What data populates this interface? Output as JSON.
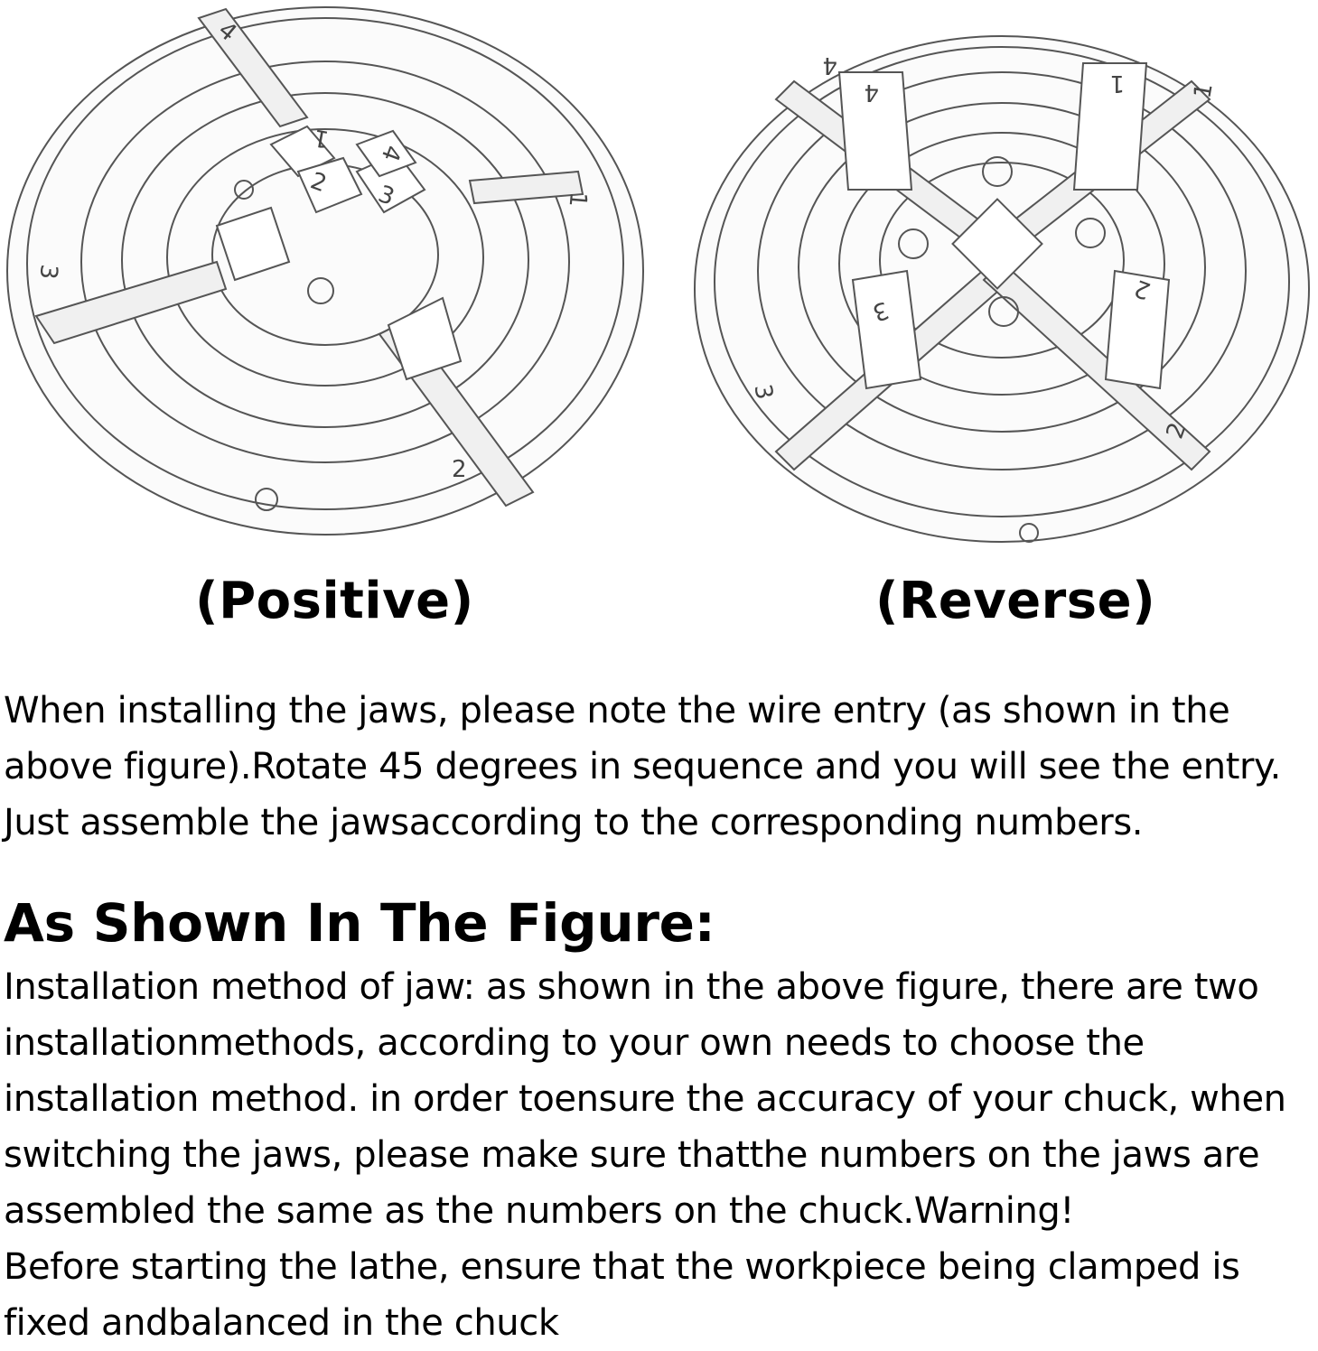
{
  "figures": {
    "positive": {
      "caption": "(Positive)",
      "chuck_numbers": [
        "1",
        "2",
        "3",
        "4"
      ],
      "jaw_numbers": [
        "1",
        "2",
        "3",
        "4"
      ]
    },
    "reverse": {
      "caption": "(Reverse)",
      "chuck_numbers": [
        "1",
        "2",
        "3",
        "4"
      ],
      "jaw_numbers": [
        "1",
        "2",
        "3",
        "4"
      ]
    }
  },
  "paragraph1": {
    "lines": [
      "When installing the jaws, please note the wire entry (as shown in the",
      "above figure).Rotate 45 degrees in sequence and you will see the entry.",
      "Just assemble the jawsaccording to the corresponding numbers."
    ]
  },
  "heading": "As Shown In The Figure:",
  "paragraph2": {
    "lines": [
      "Installation method of jaw: as shown in the above figure, there are two",
      "installationmethods, according to your own needs to choose the",
      "installation method. in order toensure the accuracy of your chuck, when",
      "switching the jaws, please make sure thatthe numbers on the jaws are",
      "assembled the same as the numbers on the chuck.Warning!",
      "Before starting the lathe, ensure that the workpiece being clamped is",
      "fixed andbalanced in the chuck"
    ]
  }
}
